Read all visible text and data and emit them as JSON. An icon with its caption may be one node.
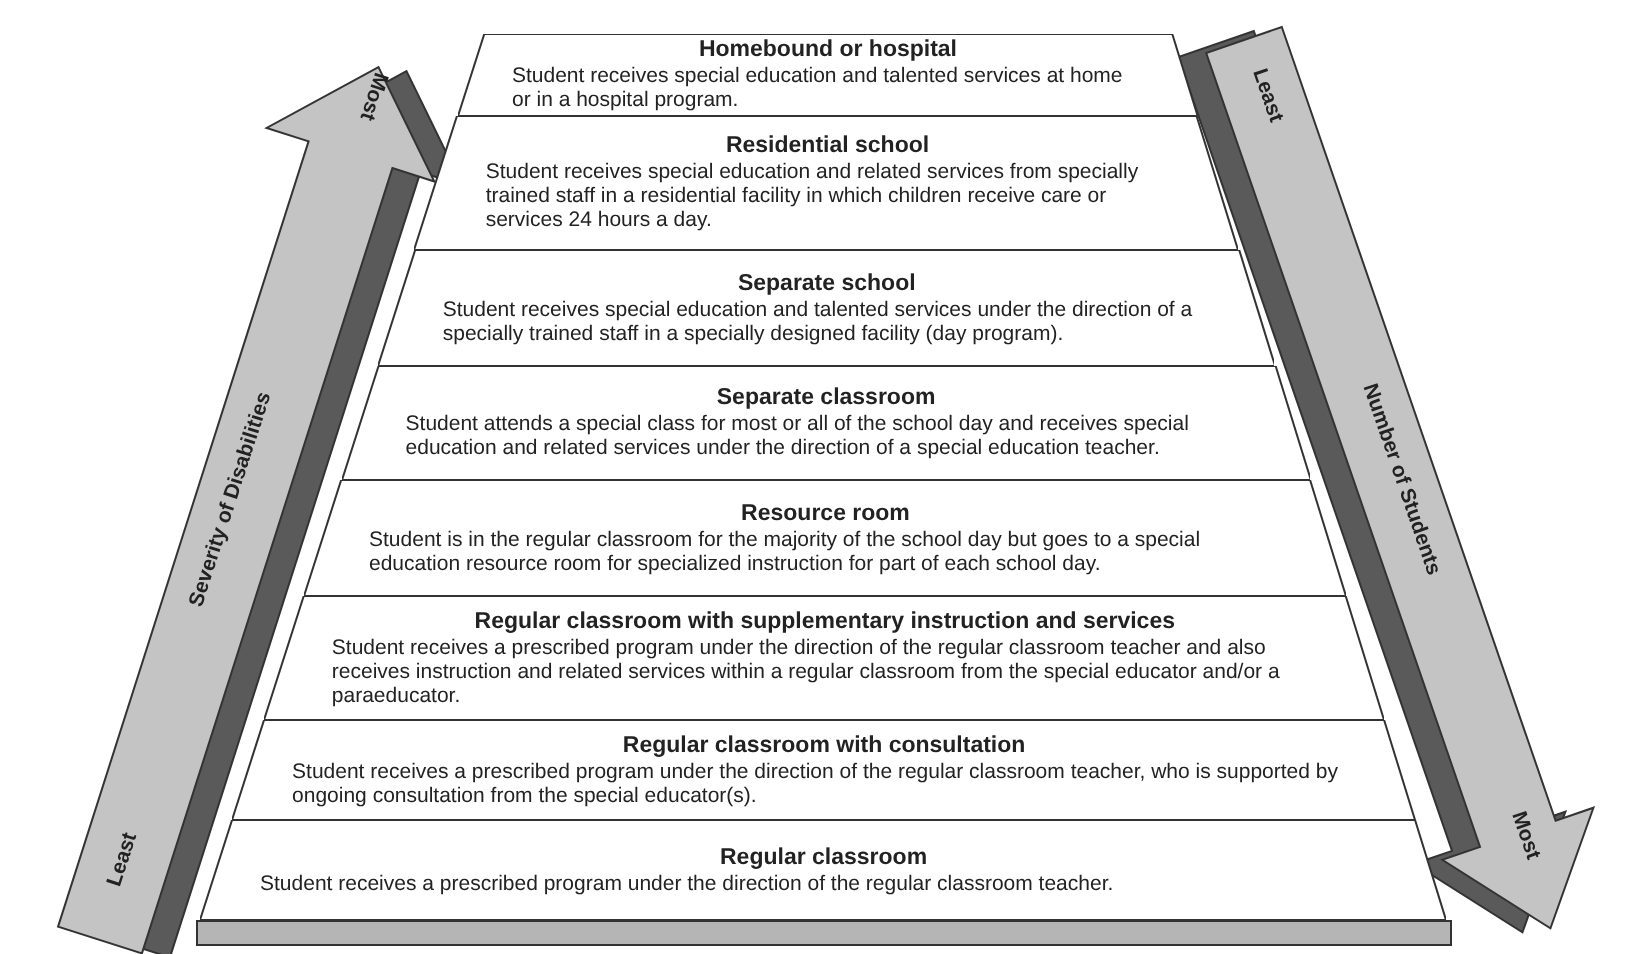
{
  "diagram": {
    "nodes": [
      {
        "text": [
          "Homebound or hospital",
          "Student receives special education and talented services at home or in a hospital program."
        ]
      },
      {
        "text": [
          "Residential school",
          "Student receives special education and related services from specially trained staff in a residential facility in which children receive care or services 24 hours a day."
        ]
      },
      {
        "text": [
          "Separate school",
          "Student receives special education and talented services under the direction of a specially trained staff in a specially designed facility (day program)."
        ]
      },
      {
        "text": [
          "Separate classroom",
          "Student attends a special class for most or all of the school day and receives special education and related services under the direction of a special education teacher."
        ]
      },
      {
        "text": [
          "Resource room",
          "Student is in the regular classroom for the majority of the school day but goes to a special education resource room for specialized instruction for part of each school day."
        ]
      },
      {
        "text": [
          "Regular classroom with supplementary instruction and services",
          "Student receives a prescribed program under the direction of the regular classroom teacher and also receives instruction and related services within a regular classroom from the special educator and/or a paraeducator."
        ]
      },
      {
        "text": [
          "Regular classroom with consultation",
          "Student receives a prescribed program under the direction of the regular classroom teacher, who is supported by ongoing consultation from the special educator(s)."
        ]
      },
      {
        "text": [
          "Regular classroom",
          "Student receives a prescribed program under the direction of the regular classroom teacher."
        ]
      },
      {
        "text": [],
        "shape": "bar"
      }
    ],
    "labels": [
      "Most",
      "Severity of Disabilities",
      "Least",
      "Least",
      "Number of Students",
      "Most"
    ]
  }
}
